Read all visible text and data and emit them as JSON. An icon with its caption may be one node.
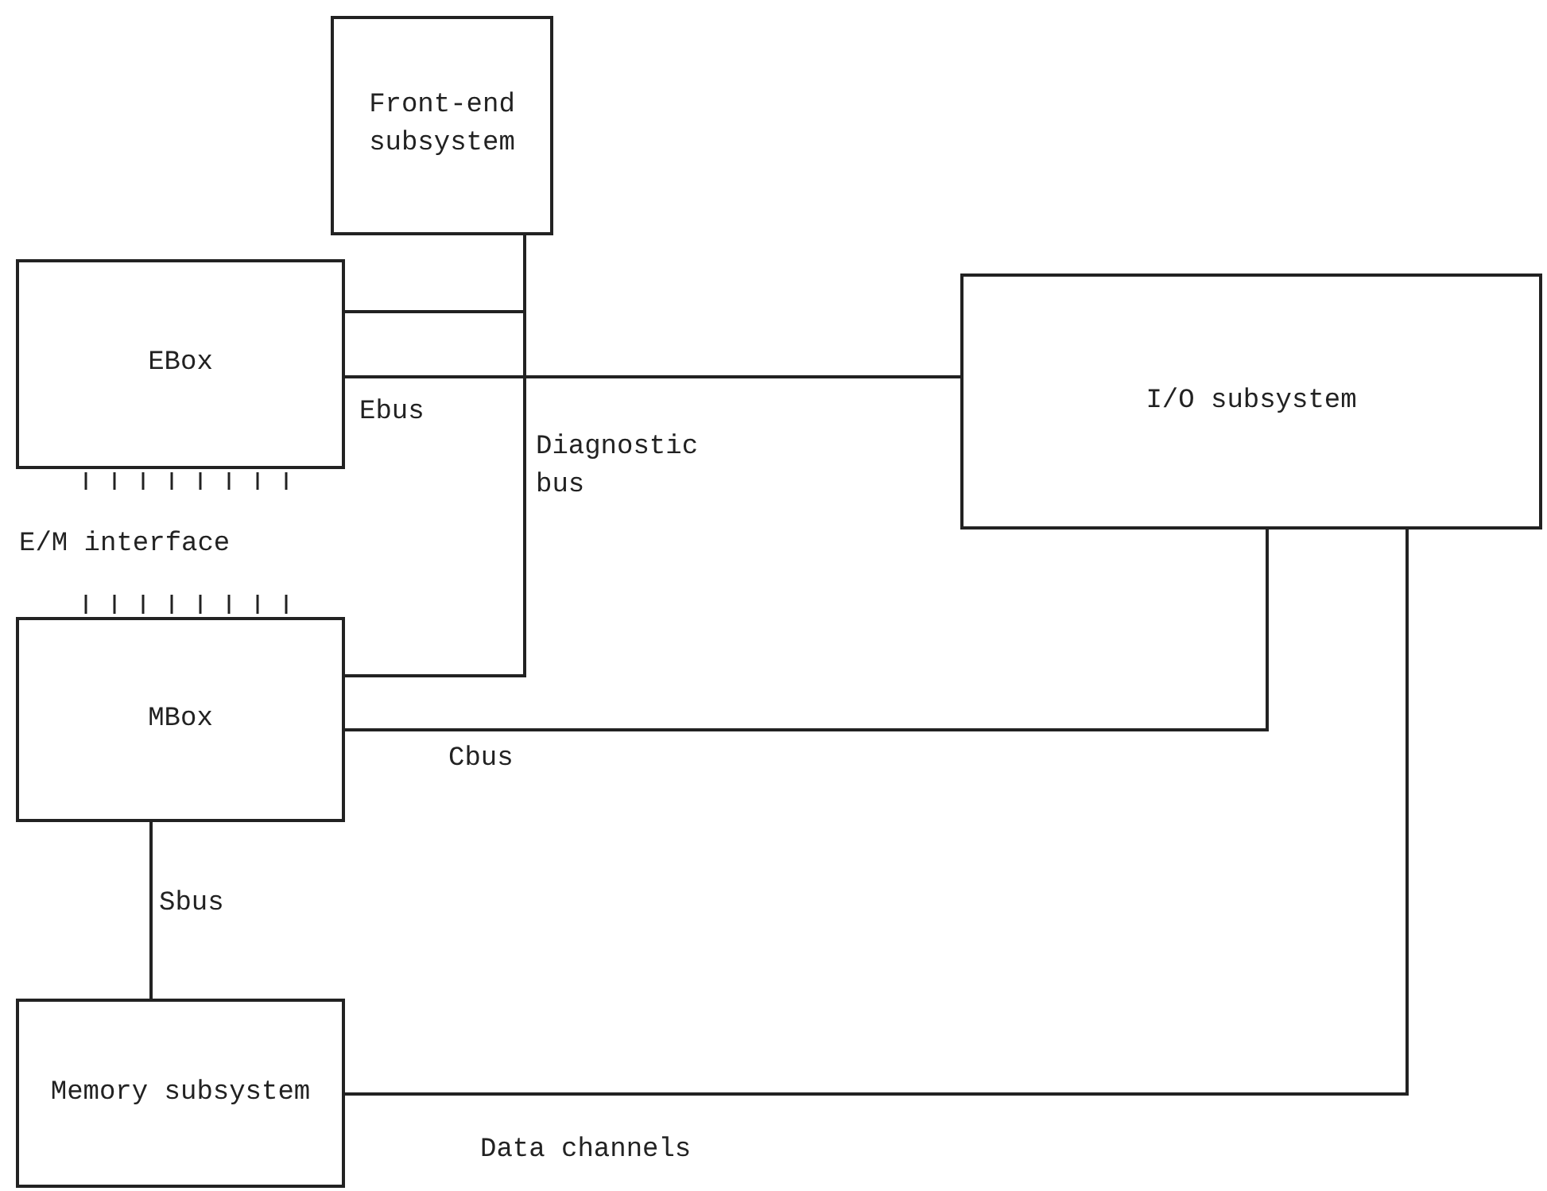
{
  "diagram": {
    "nodes": [
      {
        "text": [
          "Front-end subsystem"
        ]
      },
      {
        "text": [
          "EBox"
        ]
      },
      {
        "text": [
          "I/O subsystem"
        ]
      },
      {
        "text": [
          "MBox"
        ]
      },
      {
        "text": [
          "Memory subsystem"
        ]
      }
    ],
    "edges": [
      {
        "from": 0,
        "to": 1,
        "arrow": "none"
      },
      {
        "from": 0,
        "to": 3,
        "arrow": "none",
        "label": "Diagnostic bus"
      },
      {
        "from": 1,
        "to": 2,
        "arrow": "none",
        "label": "Ebus"
      },
      {
        "from": 3,
        "to": 2,
        "arrow": "none",
        "label": "Cbus"
      },
      {
        "from": 3,
        "to": 4,
        "arrow": "none",
        "label": "Sbus"
      },
      {
        "from": 4,
        "to": 2,
        "arrow": "none",
        "label": "Data channels"
      }
    ],
    "labels": [
      "E/M interface"
    ]
  }
}
